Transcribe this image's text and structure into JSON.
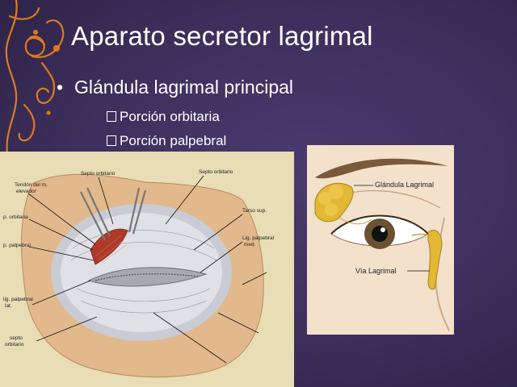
{
  "slide": {
    "title": "Aparato secretor lagrimal",
    "bullet": "Glándula lagrimal principal",
    "subitems": [
      "Porción orbitaria",
      "Porción palpebral"
    ]
  },
  "left_figure": {
    "labels": {
      "septo_orbitario_top": "Septo orbitario",
      "septo_orbitario_tr": "Septo orbitario",
      "tendon_1": "Tendón del m.",
      "tendon_2": "elevador",
      "p_orbitaria": "p. orbitaria",
      "p_palpebral": "p. palpebral",
      "tarso_sup": "Tarso sup.",
      "lig_palpebral_med_1": "Lig. palpebral",
      "lig_palpebral_med_2": "med.",
      "lig_palpebral_lat_1": "lig. palpebral",
      "lig_palpebral_lat_2": "lat.",
      "septo_orbitario_bl_1": "septo",
      "septo_orbitario_bl_2": "orbitario"
    }
  },
  "right_figure": {
    "glandula_label": "Glándula Lagrimal",
    "via_label": "Vía Lagrimal"
  },
  "colors": {
    "background": "#3d2f5c",
    "swirl": "#e07a1f",
    "text": "#ffffff"
  }
}
